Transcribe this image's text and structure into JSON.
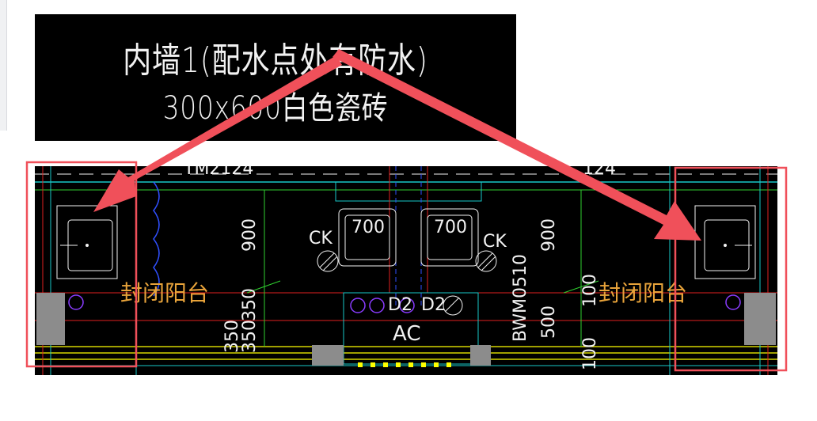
{
  "title_box": {
    "line1": "内墙1(配水点处有防水)",
    "line2": "300x600白色瓷砖"
  },
  "plan": {
    "top_label_left": "TM2124",
    "top_label_right": "124",
    "room_left": "封闭阳台",
    "room_right": "封闭阳台",
    "ck_left": "CK",
    "ck_right": "CK",
    "dim_700_left": "700",
    "dim_700_right": "700",
    "dim_900_left": "900",
    "dim_900_right": "900",
    "dim_350_a": "350",
    "dim_350_b": "350",
    "dim_350_c": "350",
    "dim_100_a": "100",
    "dim_100_b": "100",
    "dim_500": "500",
    "window_code": "BWM0510",
    "ac_label": "AC",
    "pipe_label_a": "D2",
    "pipe_label_b": "D2"
  },
  "colors": {
    "annotation_red": "#f0505a",
    "cad_cyan": "#19c8c8",
    "cad_green": "#2fd12f",
    "cad_yellow": "#ffff00",
    "cad_red": "#e02020",
    "cad_blue": "#3050ff",
    "room_text": "#e8a33a"
  }
}
